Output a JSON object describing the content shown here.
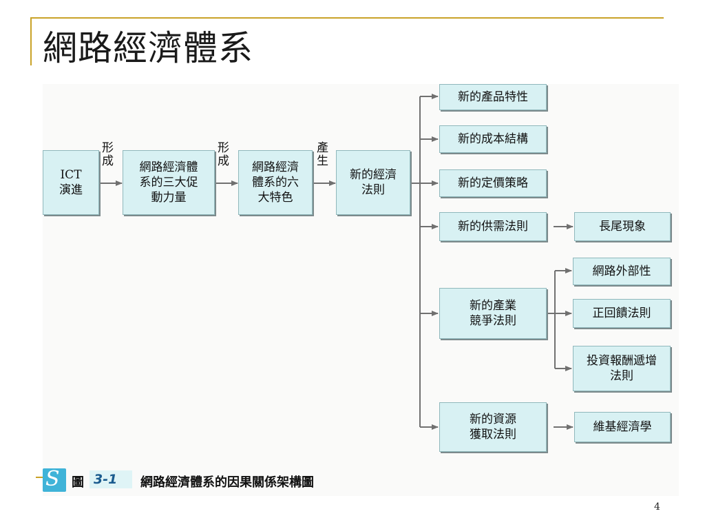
{
  "slide": {
    "title": "網路經濟體系",
    "page_number": "4"
  },
  "diagram": {
    "nodes": {
      "ict": "ICT\n演進",
      "three_forces": "網路經濟體\n系的三大促\n動力量",
      "six_features": "網路經濟\n體系的六\n大特色",
      "new_law": "新的經濟\n法則",
      "product": "新的產品特性",
      "cost": "新的成本結構",
      "pricing": "新的定價策略",
      "supply_demand": "新的供需法則",
      "long_tail": "長尾現象",
      "competition": "新的產業\n競爭法則",
      "externality": "網路外部性",
      "feedback": "正回饋法則",
      "returns": "投資報酬遞增\n法則",
      "resource": "新的資源\n獲取法則",
      "wikinomics": "維基經濟學"
    },
    "edge_labels": {
      "form1": "形\n成",
      "form2": "形\n成",
      "produce": "產\n生"
    }
  },
  "caption": {
    "logo_glyph": "S",
    "prefix": "圖",
    "number": "3-1",
    "text": "網路經濟體系的因果關係架構圖"
  },
  "colors": {
    "box_fill": "#d8f1f3",
    "accent_line": "#c9a227",
    "arrow": "#707070"
  }
}
